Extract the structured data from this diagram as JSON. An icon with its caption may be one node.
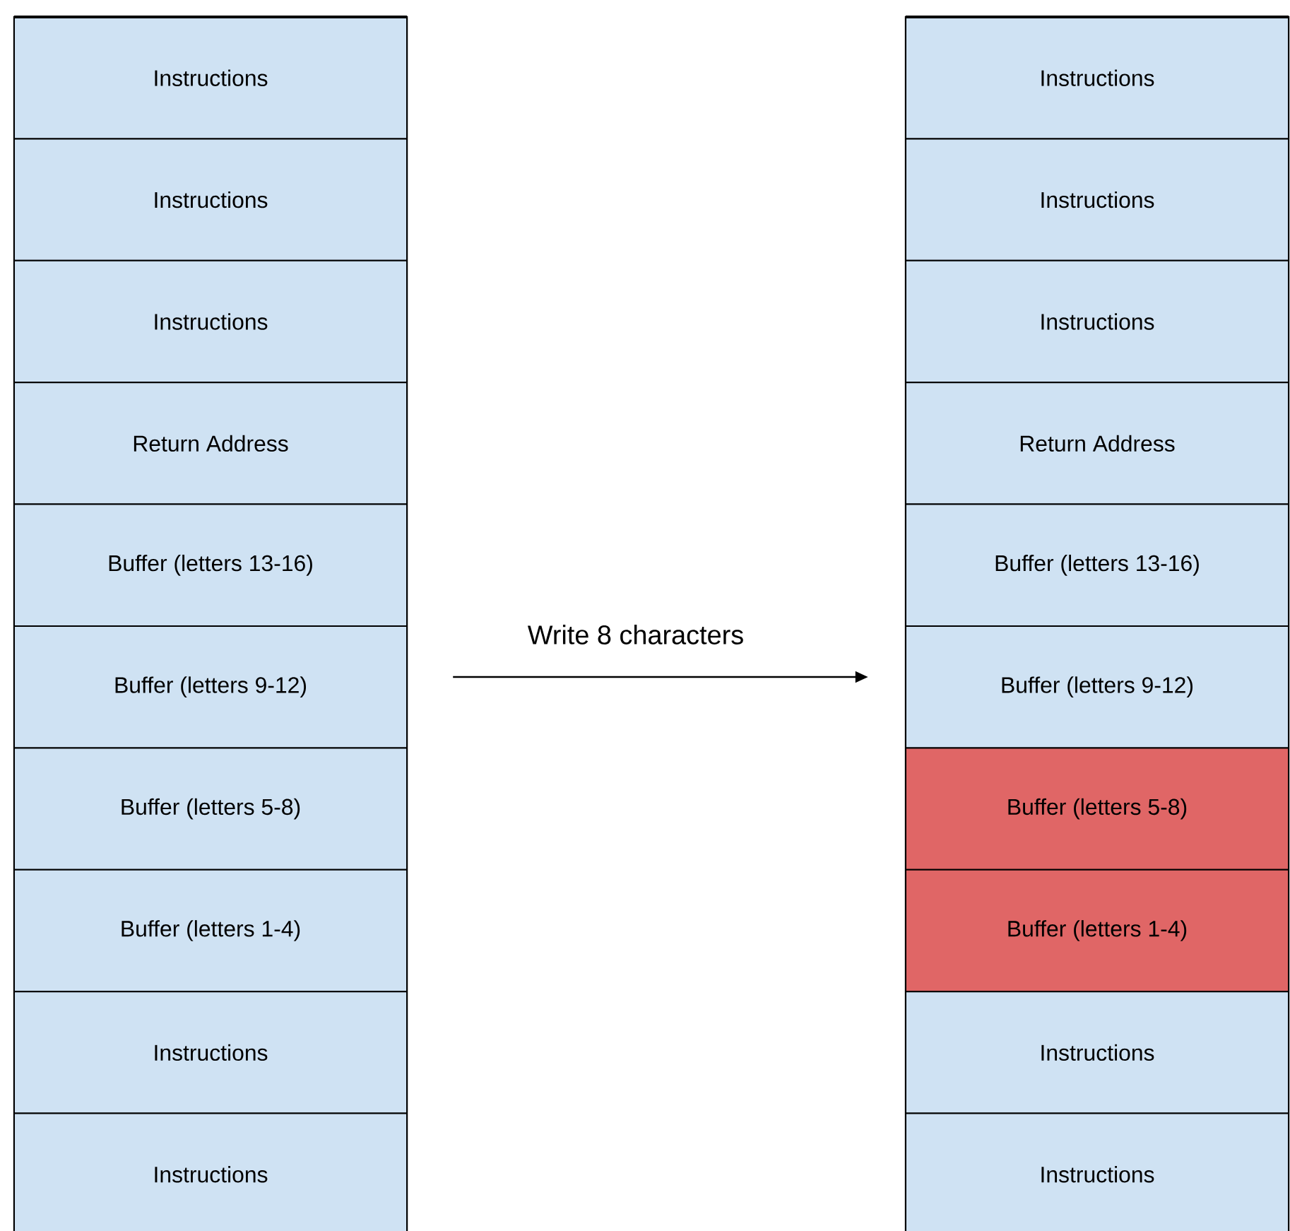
{
  "diagram": {
    "nodes": [
      {
        "text": [],
        "shape": "box"
      },
      {
        "text": [
          "Instructions"
        ],
        "in": 0
      },
      {
        "text": [
          "Instructions"
        ],
        "in": 0
      },
      {
        "text": [
          "Instructions"
        ],
        "in": 0
      },
      {
        "text": [
          "Return Address"
        ],
        "in": 0
      },
      {
        "text": [
          "Buffer (letters 13-16)"
        ],
        "in": 0
      },
      {
        "text": [
          "Buffer (letters 9-12)"
        ],
        "in": 0
      },
      {
        "text": [
          "Buffer (letters 5-8)"
        ],
        "in": 0
      },
      {
        "text": [
          "Buffer (letters 1-4)"
        ],
        "in": 0
      },
      {
        "text": [
          "Instructions"
        ],
        "in": 0
      },
      {
        "text": [
          "Instructions"
        ],
        "in": 0
      },
      {
        "text": [],
        "shape": "box"
      },
      {
        "text": [
          "Instructions"
        ],
        "in": 11
      },
      {
        "text": [
          "Instructions"
        ],
        "in": 11
      },
      {
        "text": [
          "Instructions"
        ],
        "in": 11
      },
      {
        "text": [
          "Return Address"
        ],
        "in": 11
      },
      {
        "text": [
          "Buffer (letters 13-16)"
        ],
        "in": 11
      },
      {
        "text": [
          "Buffer (letters 9-12)"
        ],
        "in": 11
      },
      {
        "text": [
          "Buffer (letters 5-8)"
        ],
        "in": 11
      },
      {
        "text": [
          "Buffer (letters 1-4)"
        ],
        "in": 11
      },
      {
        "text": [
          "Instructions"
        ],
        "in": 11
      },
      {
        "text": [
          "Instructions"
        ],
        "in": 11
      }
    ],
    "edges": [
      {
        "from": 0,
        "to": 11,
        "arrow": "to",
        "label": "Write 8 characters"
      }
    ]
  }
}
